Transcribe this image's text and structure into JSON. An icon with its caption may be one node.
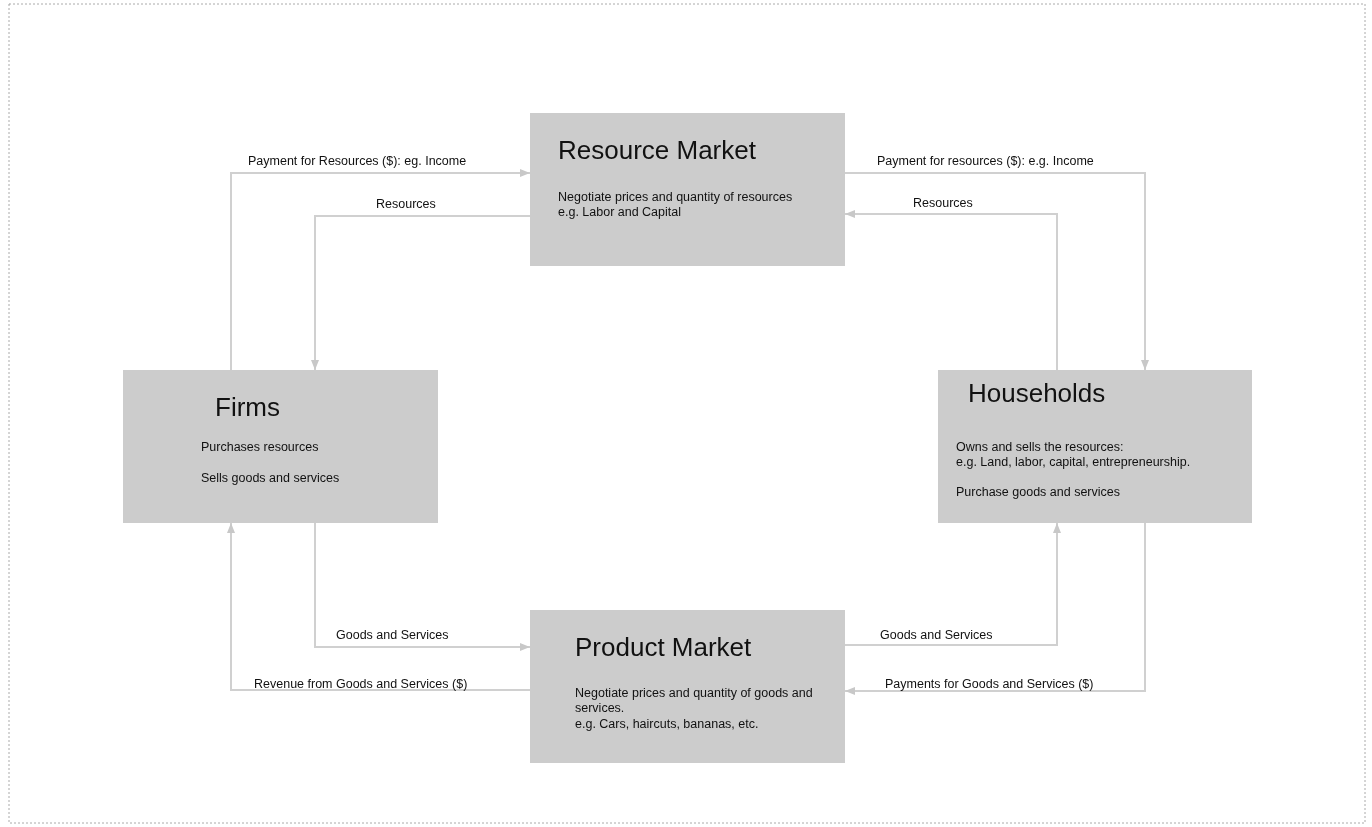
{
  "diagram": {
    "nodes": [
      {
        "text": [
          "Resource Market",
          "Negotiate prices and quantity of resources",
          "e.g. Labor and Capital"
        ]
      },
      {
        "text": [
          "Firms",
          "Purchases resources",
          "Sells goods and services"
        ]
      },
      {
        "text": [
          "Households",
          "Owns and sells the resources:",
          "e.g. Land, labor, capital, entrepreneurship.",
          "Purchase goods and services"
        ]
      },
      {
        "text": [
          "Product Market",
          "Negotiate prices and quantity of goods and services.",
          "e.g. Cars, haircuts, bananas, etc."
        ]
      }
    ],
    "edges": [
      {
        "from": 1,
        "to": 0,
        "arrow": "to",
        "label": "Payment for Resources ($): eg. Income"
      },
      {
        "from": 0,
        "to": 1,
        "arrow": "to",
        "label": "Resources"
      },
      {
        "from": 0,
        "to": 2,
        "arrow": "to",
        "label": "Payment for resources ($): e.g. Income"
      },
      {
        "from": 2,
        "to": 0,
        "arrow": "to",
        "label": "Resources"
      },
      {
        "from": 1,
        "to": 3,
        "arrow": "to",
        "label": "Goods and Services"
      },
      {
        "from": 3,
        "to": 1,
        "arrow": "to",
        "label": "Revenue from Goods and Services ($)"
      },
      {
        "from": 3,
        "to": 2,
        "arrow": "to",
        "label": "Goods and Services"
      },
      {
        "from": 2,
        "to": 3,
        "arrow": "to",
        "label": "Payments for Goods and Services ($)"
      }
    ]
  }
}
